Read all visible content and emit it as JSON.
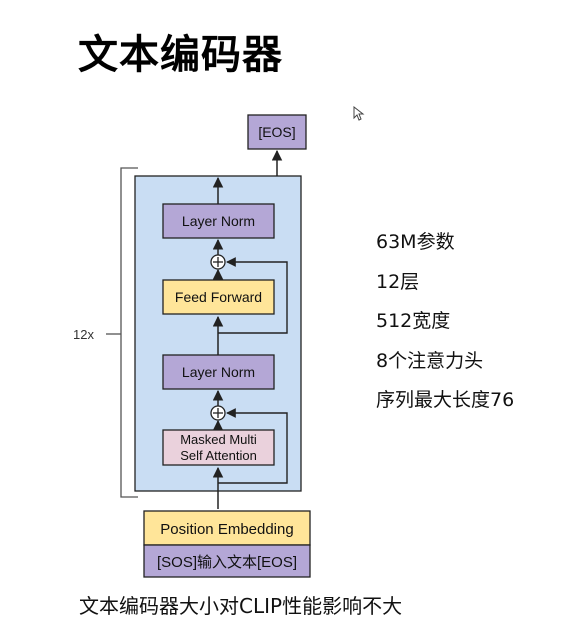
{
  "title": "文本编码器",
  "diagram": {
    "repeat_label": "12x",
    "blocks": {
      "eos": "[EOS]",
      "layer_norm_top": "Layer Norm",
      "feed_forward": "Feed Forward",
      "layer_norm_bottom": "Layer Norm",
      "attention_line1": "Masked Multi",
      "attention_line2": "Self Attention",
      "position_embedding": "Position Embedding",
      "input_text": "[SOS]输入文本[EOS]"
    },
    "add_symbol": "+"
  },
  "stats": [
    "63M参数",
    "12层",
    "512宽度",
    "8个注意力头",
    "序列最大长度76"
  ],
  "footer": "文本编码器大小对CLIP性能影响不大",
  "colors": {
    "container": "#c9ddf3",
    "layer_norm": "#b4a7d6",
    "feed_forward": "#ffe599",
    "attention": "#ead1dc",
    "stroke": "#222222"
  }
}
